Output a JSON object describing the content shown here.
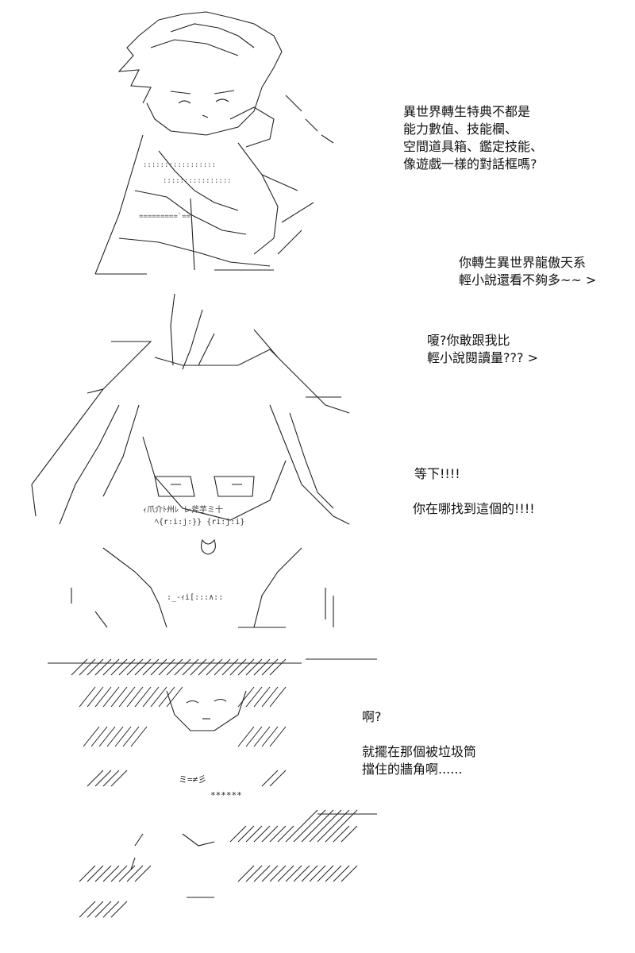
{
  "panels": [
    {
      "dialogue": [
        "異世界轉生特典不都是\n能力數值、技能欄、\n空間道具箱、鑑定技能、\n像遊戲一樣的對話框嗎?",
        "你轉生異世界龍傲天系\n輕小說還看不夠多~~ >"
      ]
    },
    {
      "dialogue": [
        "嗄?你敢跟我比\n輕小說閱讀量??? >",
        "等下!!!!",
        "你在哪找到這個的!!!!"
      ]
    },
    {
      "dialogue": [
        "啊?",
        "就擺在那個被垃圾筒\n擋住的牆角啊......"
      ]
    }
  ]
}
